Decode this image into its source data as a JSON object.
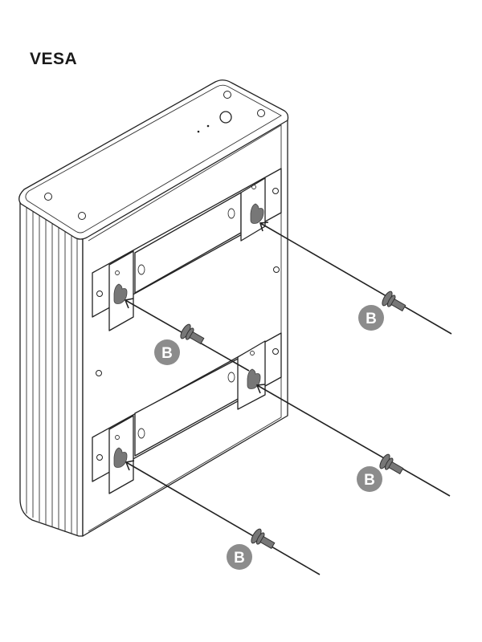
{
  "title": "VESA",
  "badges": [
    {
      "label": "B"
    },
    {
      "label": "B"
    },
    {
      "label": "B"
    },
    {
      "label": "B"
    }
  ],
  "colors": {
    "badge": "#8c8c8c",
    "keyhole": "#777777",
    "line": "#222222"
  }
}
